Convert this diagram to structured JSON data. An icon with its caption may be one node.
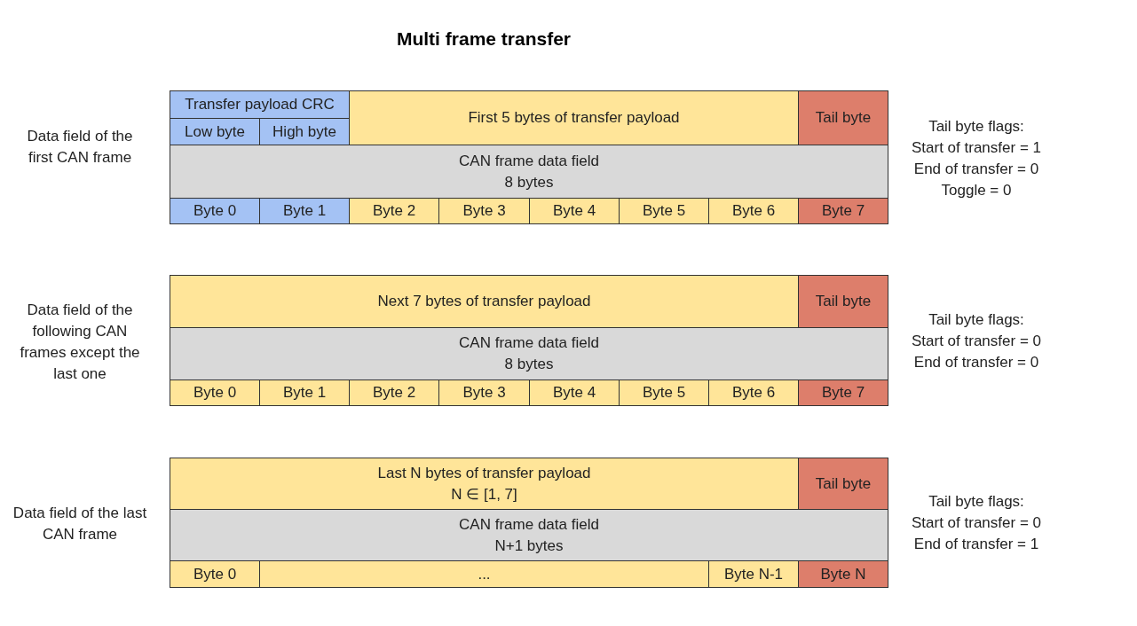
{
  "diagram": {
    "title": "Multi frame transfer",
    "nodes": [
      {
        "text": [
          "Transfer payload CRC"
        ]
      },
      {
        "text": [
          "Low byte"
        ]
      },
      {
        "text": [
          "High byte"
        ]
      },
      {
        "text": [
          "First 5 bytes of transfer payload"
        ]
      },
      {
        "text": [
          "Tail byte"
        ]
      },
      {
        "text": [
          "CAN frame data field",
          "8 bytes"
        ]
      },
      {
        "text": [
          "Byte 0"
        ]
      },
      {
        "text": [
          "Byte 1"
        ]
      },
      {
        "text": [
          "Byte 2"
        ]
      },
      {
        "text": [
          "Byte 3"
        ]
      },
      {
        "text": [
          "Byte 4"
        ]
      },
      {
        "text": [
          "Byte 5"
        ]
      },
      {
        "text": [
          "Byte 6"
        ]
      },
      {
        "text": [
          "Byte 7"
        ]
      },
      {
        "text": [
          "Next 7 bytes of transfer payload"
        ]
      },
      {
        "text": [
          "Tail byte"
        ]
      },
      {
        "text": [
          "CAN frame data field",
          "8 bytes"
        ]
      },
      {
        "text": [
          "Byte 0"
        ]
      },
      {
        "text": [
          "Byte 1"
        ]
      },
      {
        "text": [
          "Byte 2"
        ]
      },
      {
        "text": [
          "Byte 3"
        ]
      },
      {
        "text": [
          "Byte 4"
        ]
      },
      {
        "text": [
          "Byte 5"
        ]
      },
      {
        "text": [
          "Byte 6"
        ]
      },
      {
        "text": [
          "Byte 7"
        ]
      },
      {
        "text": [
          "Last N bytes of transfer payload",
          "N ∈ [1, 7]"
        ]
      },
      {
        "text": [
          "Tail byte"
        ]
      },
      {
        "text": [
          "CAN frame data field",
          "N+1 bytes"
        ]
      },
      {
        "text": [
          "Byte 0"
        ]
      },
      {
        "text": [
          "..."
        ]
      },
      {
        "text": [
          "Byte N-1"
        ]
      },
      {
        "text": [
          "Byte N"
        ]
      }
    ],
    "labels": [
      "Data field of the first CAN frame",
      "Tail byte flags:",
      "Start of transfer = 1",
      "End of transfer = 0",
      "Toggle = 0",
      "Data field of the following CAN frames except the last one",
      "Tail byte flags:",
      "Start of transfer = 0",
      "End of transfer = 0",
      "Data field of the last CAN frame",
      "Tail byte flags:",
      "Start of transfer = 0",
      "End of transfer = 1"
    ]
  }
}
